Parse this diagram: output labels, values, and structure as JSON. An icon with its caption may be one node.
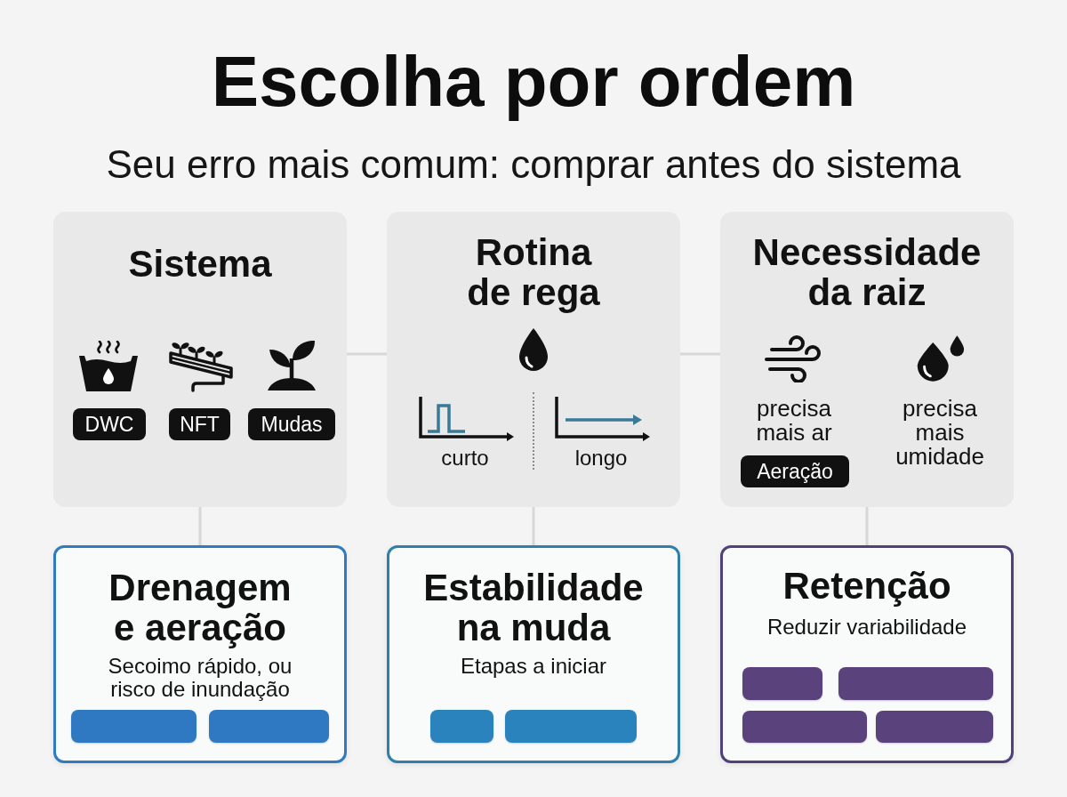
{
  "diagram": {
    "title": "Escolha por ordem",
    "nodes": [
      {
        "text": [
          "Sistema"
        ]
      },
      {
        "text": [
          "DWC"
        ],
        "in": 0
      },
      {
        "text": [
          "NFT"
        ],
        "in": 0
      },
      {
        "text": [
          "Mudas"
        ],
        "in": 0
      },
      {
        "text": [
          "Rotina de rega",
          "curto",
          "longo"
        ]
      },
      {
        "text": [
          "Necessidade da raiz",
          "precisa mais ar",
          "precisa mais umidade"
        ]
      },
      {
        "text": [
          "Aeração"
        ],
        "in": 5
      },
      {
        "text": [
          "Drenagem e aeração",
          "Secoimo rápido, ou risco de inundação"
        ]
      },
      {
        "text": [],
        "shape": "bar",
        "in": 7
      },
      {
        "text": [],
        "shape": "bar",
        "in": 7
      },
      {
        "text": [
          "Estabilidade na muda",
          "Etapas a iniciar"
        ]
      },
      {
        "text": [],
        "shape": "bar",
        "in": 10
      },
      {
        "text": [],
        "shape": "bar",
        "in": 10
      },
      {
        "text": [
          "Retenção",
          "Reduzir variabilidade"
        ]
      },
      {
        "text": [],
        "shape": "bar",
        "in": 13
      },
      {
        "text": [],
        "shape": "bar",
        "in": 13
      },
      {
        "text": [],
        "shape": "bar",
        "in": 13
      },
      {
        "text": [],
        "shape": "bar",
        "in": 13
      }
    ],
    "edges": [
      {
        "from": 0,
        "to": 4,
        "arrow": "none"
      },
      {
        "from": 4,
        "to": 5,
        "arrow": "none"
      },
      {
        "from": 0,
        "to": 7,
        "arrow": "none"
      },
      {
        "from": 4,
        "to": 10,
        "arrow": "none"
      },
      {
        "from": 5,
        "to": 13,
        "arrow": "none"
      }
    ],
    "labels": [
      "Seu erro mais comum: comprar antes do sistema"
    ]
  }
}
